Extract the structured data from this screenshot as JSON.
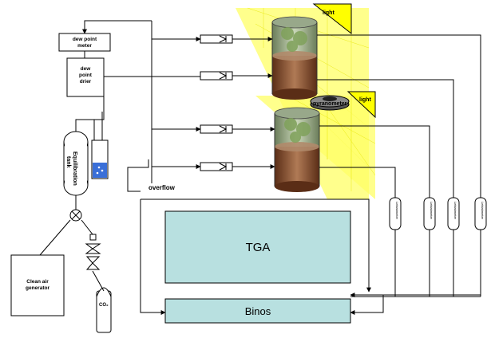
{
  "labels": {
    "dew_point_meter": "dew point meter",
    "dew_point_drier": "dew point drier",
    "equilibration_tank": "Equilibration tank",
    "overflow": "overflow",
    "clean_air_generator": "Clean air generator",
    "co2": "CO₂",
    "light_top": "light",
    "light_bottom": "light",
    "pyranometer": "pyranometer",
    "tga": "TGA",
    "binos": "Binos",
    "lektakmeter": "Lektakmeter"
  },
  "colors": {
    "analyzer_fill": "#b8e0e0",
    "light_cone": "#ffff66",
    "water": "#3a6fd8",
    "soil": "#8b4a2b",
    "plant": "#7fa15a"
  }
}
